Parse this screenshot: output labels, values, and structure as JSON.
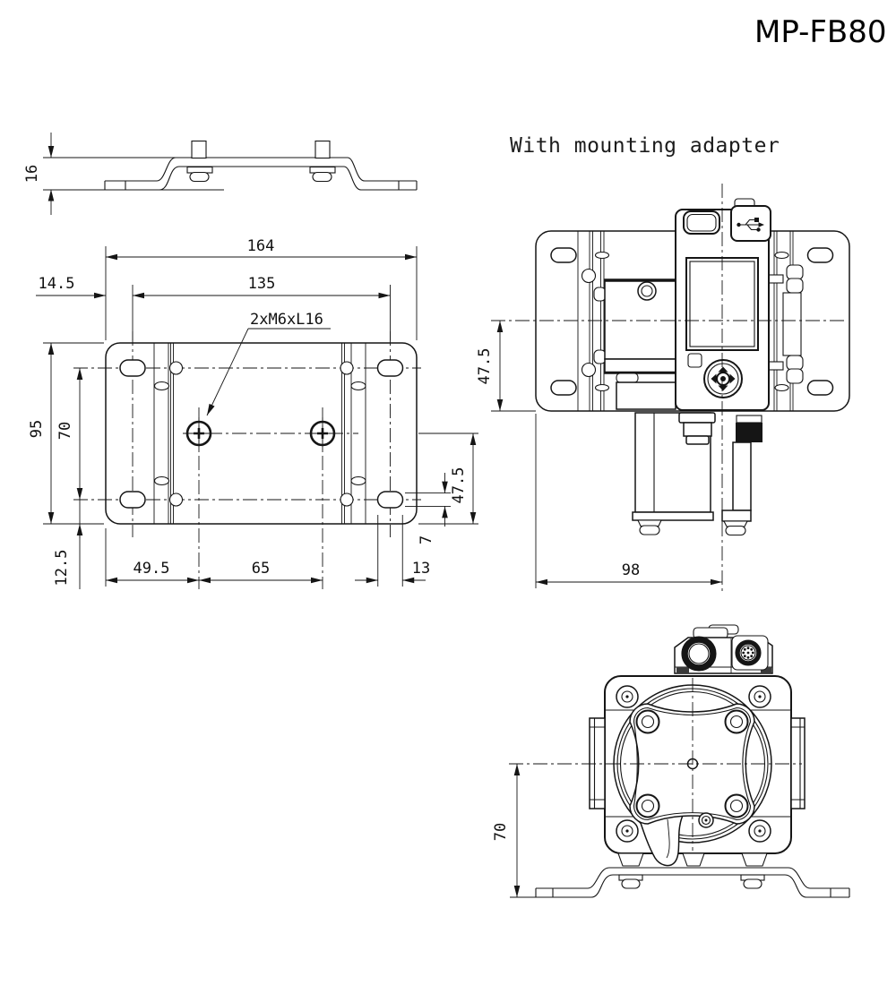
{
  "title": "MP-FB80",
  "front_view": {
    "label": "With mounting adapter"
  },
  "dimensions": {
    "bracket_height": "16",
    "plate_width": "164",
    "slot_span": "135",
    "slot_edge_offset": "14.5",
    "thread_callout": "2xM6xL16",
    "plate_height": "95",
    "slot_row_span": "70",
    "m6_to_edge": "47.5",
    "slot_height": "7",
    "bottom_margin": "12.5",
    "m6_left_offset": "49.5",
    "m6_spacing": "65",
    "slot_width": "13",
    "front_center_height": "47.5",
    "front_center_offset": "98",
    "pump_center_height": "70"
  },
  "colors": {
    "line": "#151515",
    "background": "#ffffff"
  }
}
